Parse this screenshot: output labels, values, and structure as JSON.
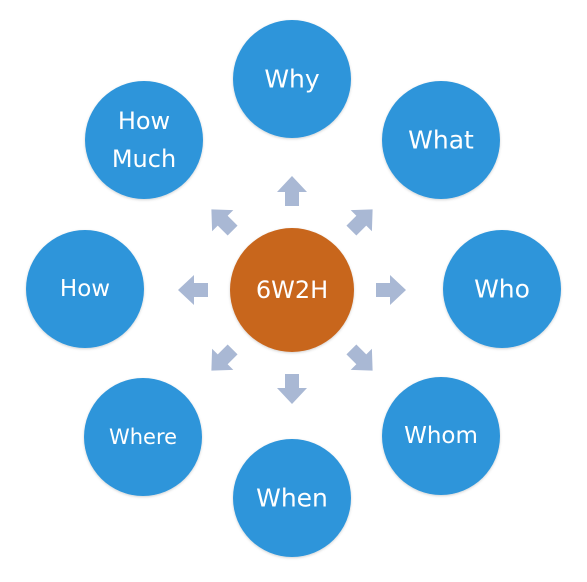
{
  "diagram": {
    "center": {
      "label": "6W2H",
      "color": "#C8661E"
    },
    "node_color": "#2E95DA",
    "arrow_color": "#A9B8D4",
    "nodes": [
      {
        "key": "why",
        "lines": [
          "Why"
        ]
      },
      {
        "key": "what",
        "lines": [
          "What"
        ]
      },
      {
        "key": "who",
        "lines": [
          "Who"
        ]
      },
      {
        "key": "whom",
        "lines": [
          "Whom"
        ]
      },
      {
        "key": "when",
        "lines": [
          "When"
        ]
      },
      {
        "key": "where",
        "lines": [
          "Where"
        ]
      },
      {
        "key": "how",
        "lines": [
          "How"
        ]
      },
      {
        "key": "how-much",
        "lines": [
          "How",
          "Much"
        ]
      }
    ]
  }
}
